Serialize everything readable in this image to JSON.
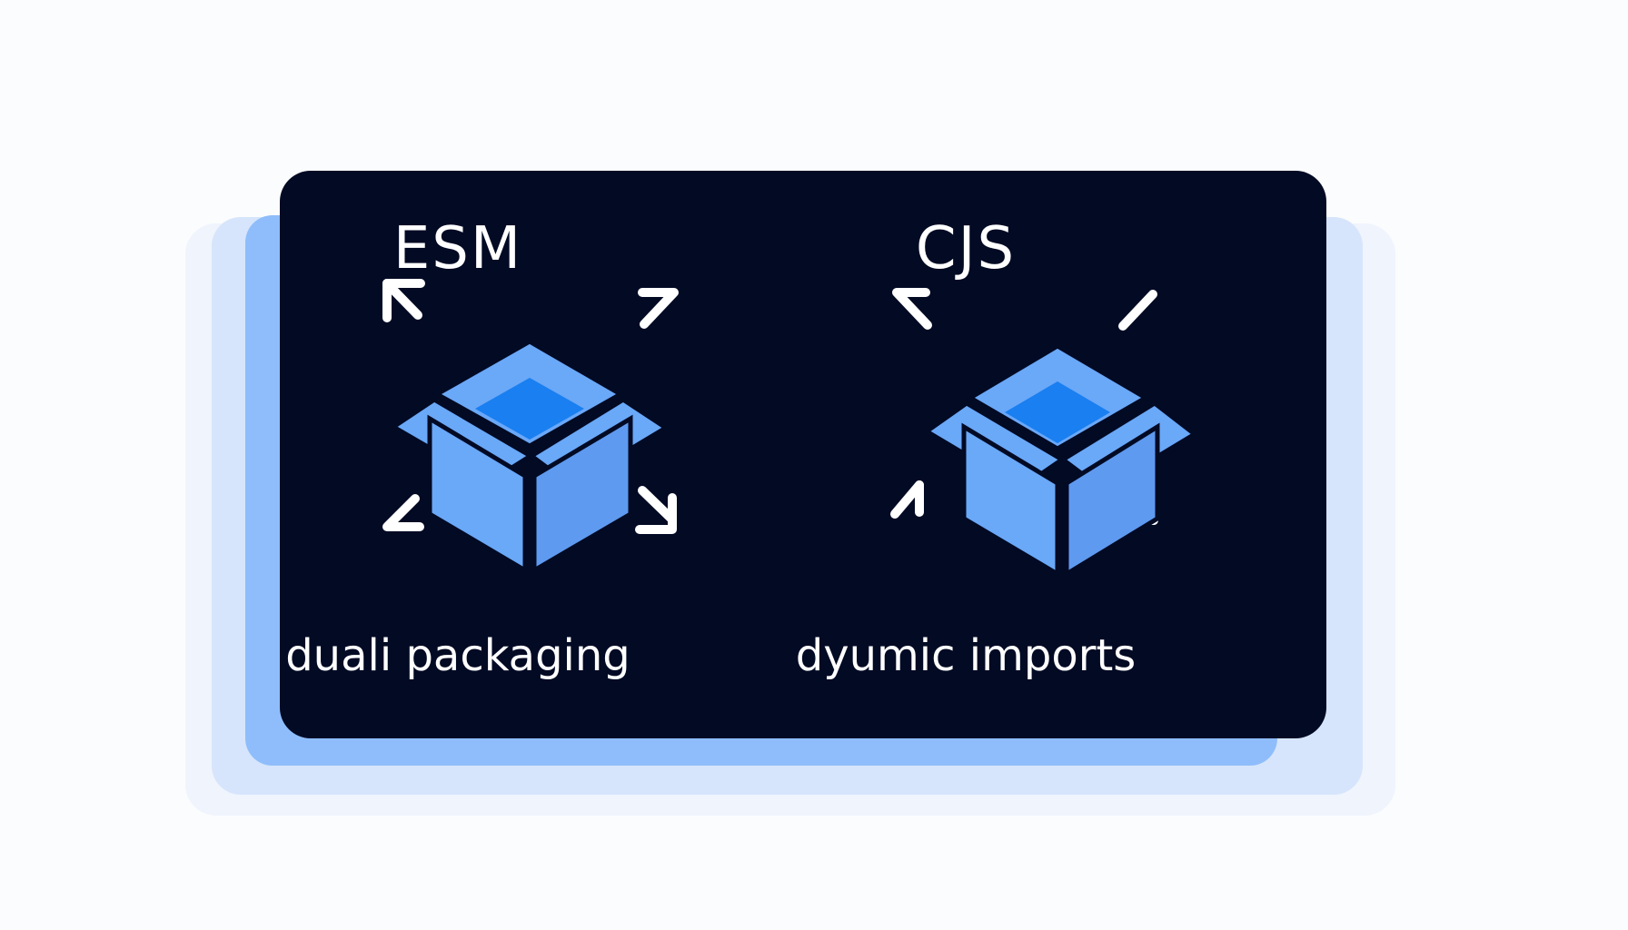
{
  "colors": {
    "background": "#fbfcfd",
    "card": "#020a24",
    "box_face": "#6aa8f8",
    "box_face_shade": "#5e9af0",
    "box_inner": "#1a7ff0",
    "arrow": "#ffffff",
    "stack_light": "#eff4fd",
    "stack_mid": "#d6e5fb",
    "stack_strong": "#8fbdfb"
  },
  "panels": [
    {
      "title": "ESM",
      "caption": "duali packaging",
      "icon": "open-box-icon",
      "arrows": [
        "arrow-up-left-icon",
        "arrow-up-right-icon",
        "arrow-down-left-icon",
        "arrow-down-right-icon"
      ]
    },
    {
      "title": "CJS",
      "caption": "dyumic imports",
      "icon": "open-box-icon",
      "arrows": [
        "arrow-up-left-icon",
        "arrow-up-right-icon",
        "arrow-down-left-icon",
        "arrow-down-right-icon"
      ]
    }
  ]
}
